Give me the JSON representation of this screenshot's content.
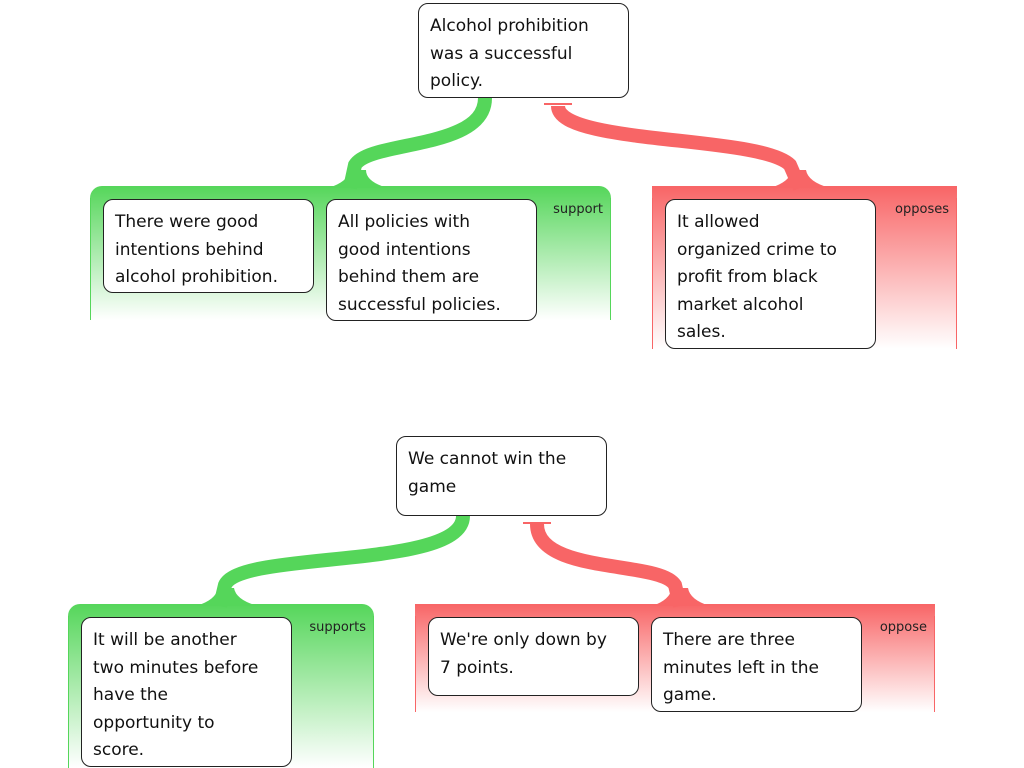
{
  "colors": {
    "support": "#55d65a",
    "oppose": "#f86566"
  },
  "maps": [
    {
      "claim": "Alcohol prohibition\nwas a successful\npolicy.",
      "support_group": {
        "label": "support",
        "premises": [
          "There were good\nintentions behind\nalcohol prohibition.",
          "All policies with\ngood intentions\nbehind them are\nsuccessful policies."
        ]
      },
      "oppose_group": {
        "label": "opposes",
        "premises": [
          "It allowed\norganized crime to\nprofit from black\nmarket alcohol\nsales."
        ]
      }
    },
    {
      "claim": "We cannot win the\ngame",
      "support_group": {
        "label": "supports",
        "premises": [
          "It will be another\ntwo minutes before\nhave the\nopportunity to\nscore."
        ]
      },
      "oppose_group": {
        "label": "oppose",
        "premises": [
          "We're only down by\n7 points.",
          "There are three\nminutes left in the\ngame."
        ]
      }
    }
  ]
}
